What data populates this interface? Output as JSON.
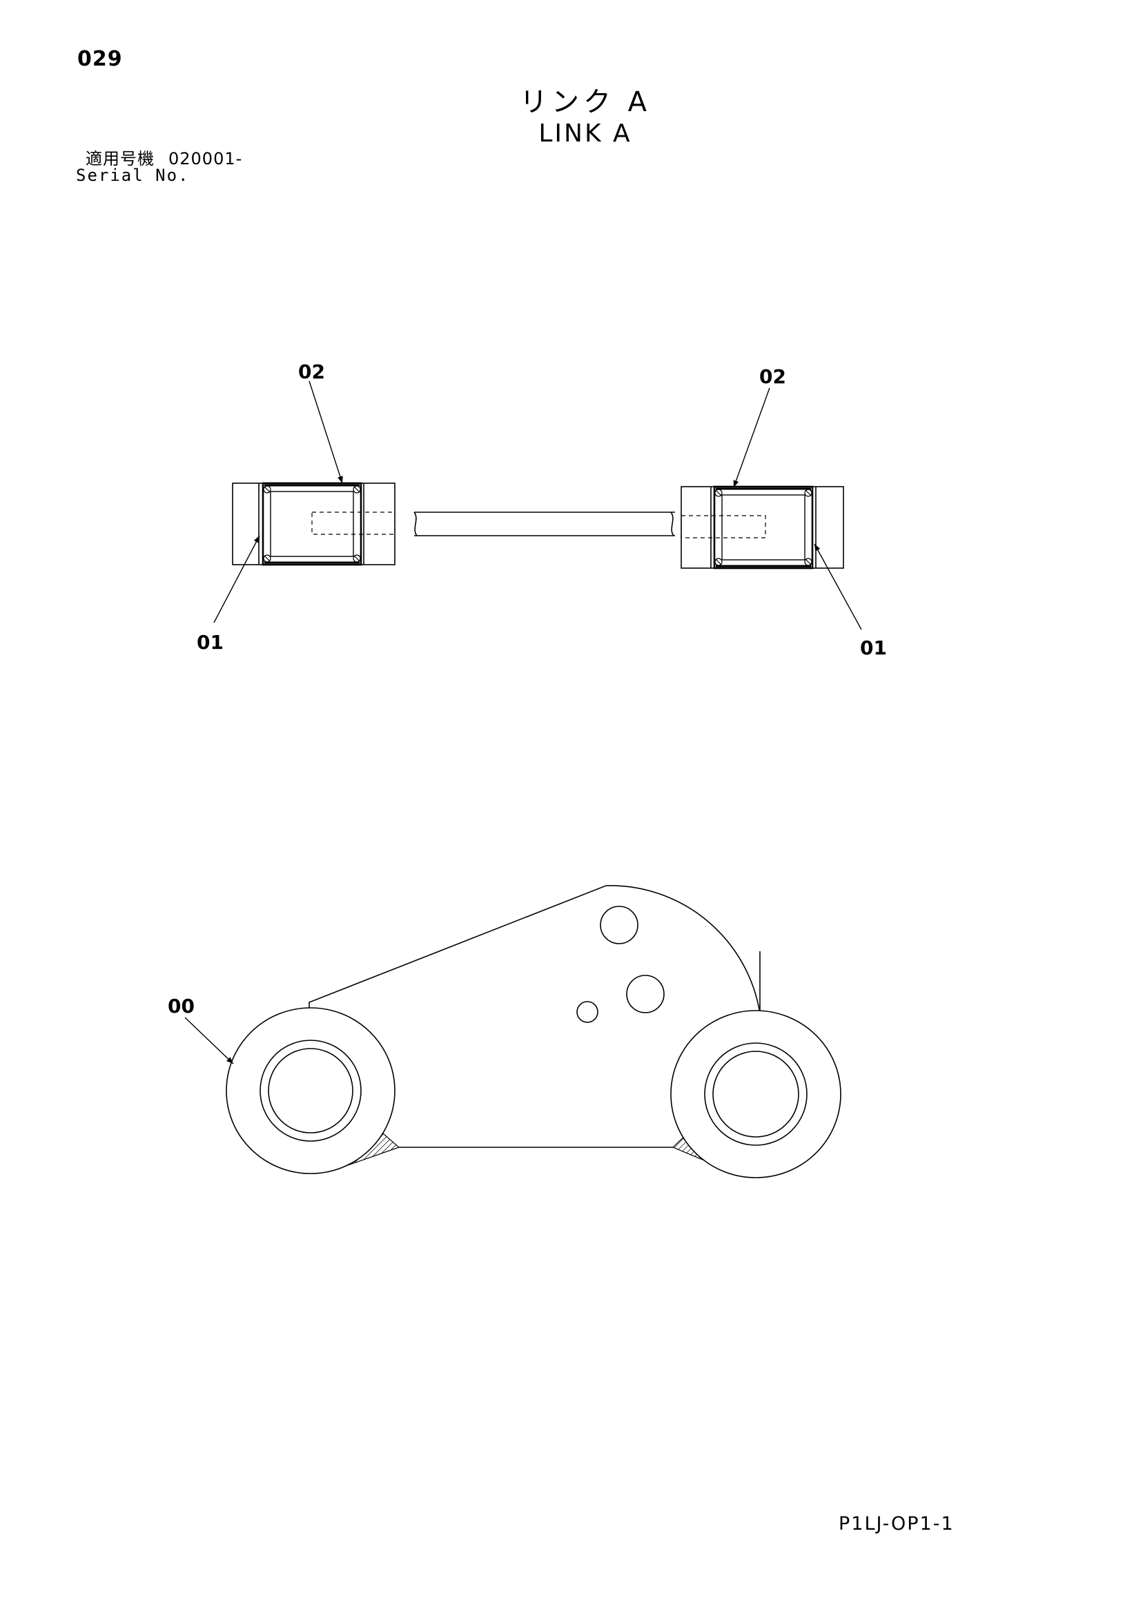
{
  "header": {
    "page_number": "029",
    "title_jp": "リンク A",
    "title_en": "LINK A",
    "serial_label_jp": "適用号機",
    "serial_value": "020001-",
    "serial_label_en": "Serial No."
  },
  "callouts": {
    "top_left_02": "02",
    "top_right_02": "02",
    "bottom_left_01": "01",
    "bottom_right_01": "01",
    "link_00": "00"
  },
  "footer": {
    "doc_code": "P1LJ-OP1-1"
  }
}
